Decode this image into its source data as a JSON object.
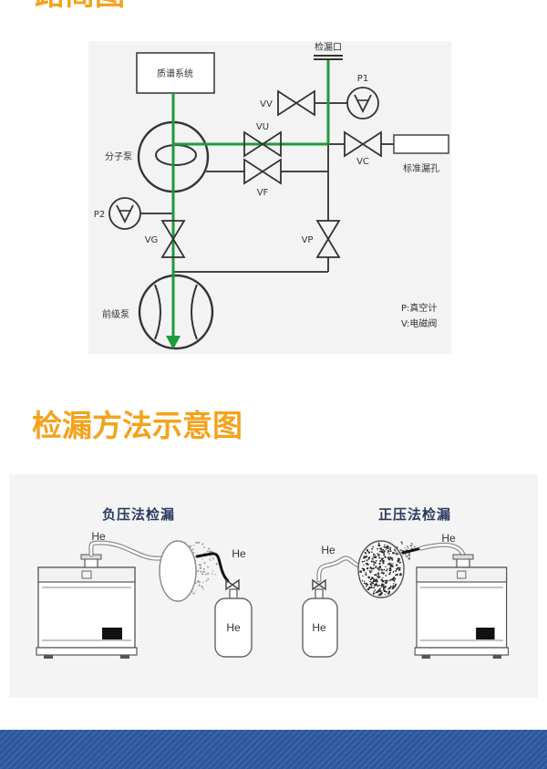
{
  "page": {
    "top_title": "路简图",
    "section_title": "检漏方法示意图"
  },
  "schematic": {
    "mass_spec": "质谱系统",
    "leak_port": "检漏口",
    "gauge_p1": "P1",
    "gauge_p2": "P2",
    "valve_vv": "VV",
    "valve_vu": "VU",
    "valve_vf": "VF",
    "valve_vc": "VC",
    "valve_vg": "VG",
    "valve_vp": "VP",
    "standard_leak": "标准漏孔",
    "molecular_pump": "分子泵",
    "backing_pump": "前级泵",
    "legend": [
      "P:真空计",
      "V:电磁阀"
    ]
  },
  "negative_pressure": {
    "title": "负压法检漏",
    "hose_label": "He",
    "spray_label": "He",
    "cylinder_label": "He"
  },
  "positive_pressure": {
    "title": "正压法检漏",
    "hose_label": "He",
    "probe_label": "He",
    "cylinder_label": "He"
  },
  "colors": {
    "title_orange": "#f4a21d",
    "flow_green": "#1f9a3e",
    "method_title_navy": "#2a3b5f",
    "band_blue": "#2e5699"
  },
  "icons": [
    "vacuum-gauge-icon",
    "solenoid-valve-icon",
    "molecular-pump-icon",
    "backing-pump-icon",
    "leak-detector-icon",
    "helium-cylinder-icon"
  ]
}
